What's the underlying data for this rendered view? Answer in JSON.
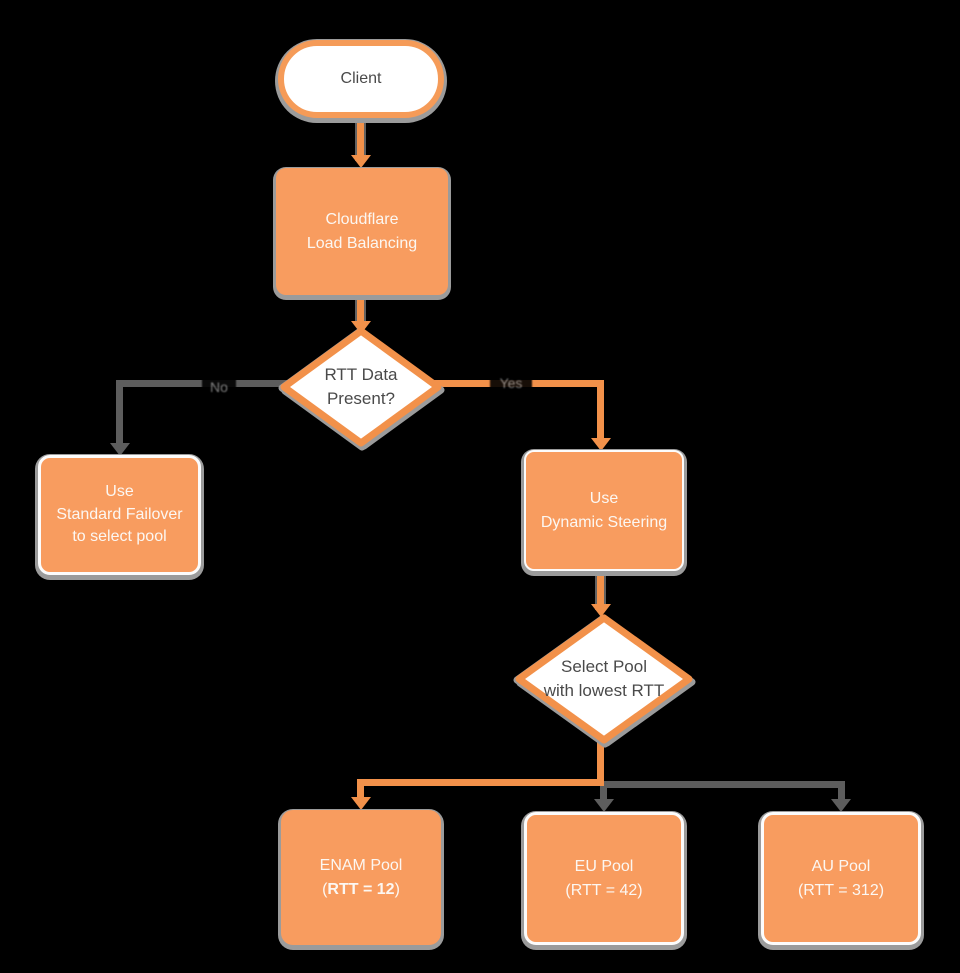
{
  "title": "Cloudflare Load Balancing dynamic steering flowchart",
  "colors": {
    "background": "#000000",
    "node_fill_orange": "#F89C5F",
    "edge_orange": "#F2914A",
    "edge_gray": "#5D5D5D",
    "shadow_gray": "#9B9B9B",
    "dark_text": "#4A4A4A",
    "light_text": "#FCF7F2",
    "white_node_border": "#F59B58"
  },
  "nodes": {
    "client": {
      "label": "Client"
    },
    "cloudflare_lb": {
      "line1": "Cloudflare",
      "line2": "Load Balancing"
    },
    "rtt_present": {
      "line1": "RTT Data",
      "line2": "Present?"
    },
    "standard_failover": {
      "line1": "Use",
      "line2": "Standard Failover",
      "line3": "to select pool"
    },
    "dynamic_steering": {
      "line1": "Use",
      "line2": "Dynamic Steering"
    },
    "select_pool": {
      "line1": "Select Pool",
      "line2": "with lowest RTT"
    },
    "enam_pool": {
      "line1": "ENAM Pool",
      "paren_open": "(",
      "rtt_bold": "RTT = 12",
      "paren_close": ")"
    },
    "eu_pool": {
      "line1": "EU Pool",
      "line2": "(RTT = 42)"
    },
    "au_pool": {
      "line1": "AU Pool",
      "line2": "(RTT = 312)"
    }
  },
  "edge_labels": {
    "no": "No",
    "yes": "Yes"
  }
}
